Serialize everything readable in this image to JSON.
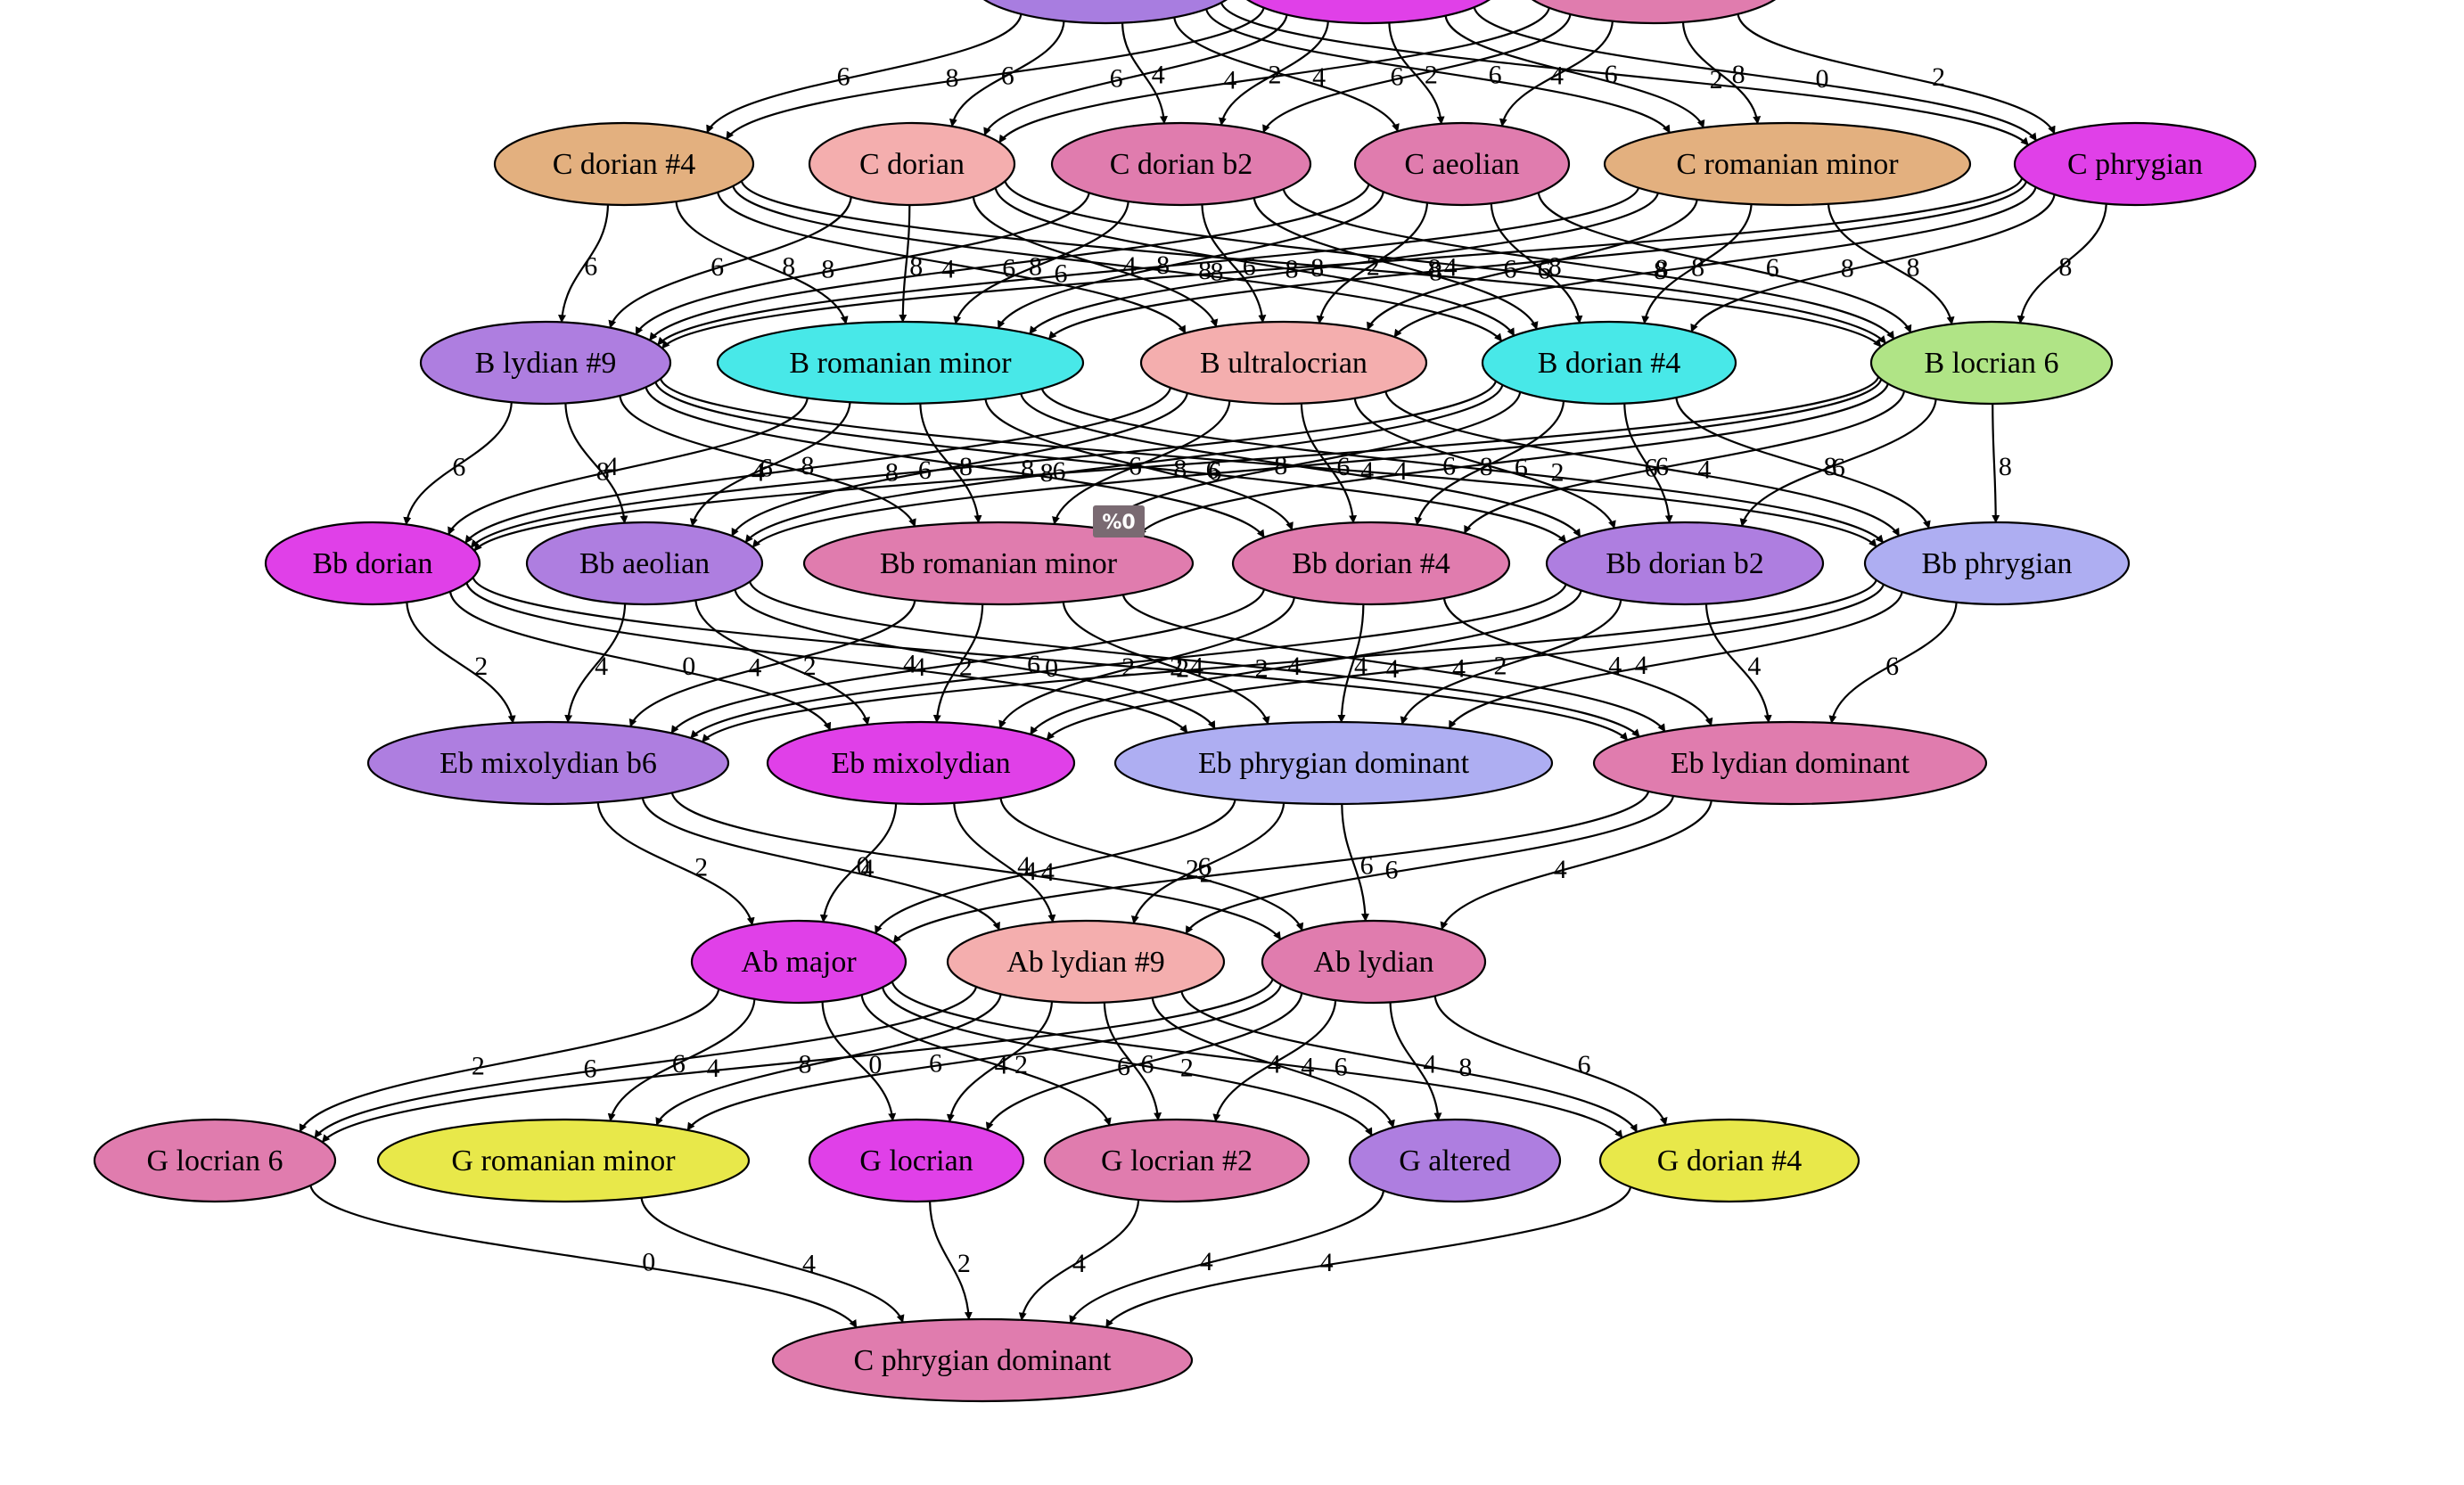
{
  "graph": {
    "nodes": [
      {
        "id": "top1",
        "label": "",
        "color": "#a87de0"
      },
      {
        "id": "top2",
        "label": "",
        "color": "#e040e8"
      },
      {
        "id": "top3",
        "label": "",
        "color": "#e07cae"
      },
      {
        "id": "c_dorian_s4",
        "label": "C dorian #4",
        "color": "#e3b07f"
      },
      {
        "id": "c_dorian",
        "label": "C dorian",
        "color": "#f4aeae"
      },
      {
        "id": "c_dorian_b2",
        "label": "C dorian b2",
        "color": "#e07cae"
      },
      {
        "id": "c_aeolian",
        "label": "C aeolian",
        "color": "#e07cae"
      },
      {
        "id": "c_romanian_minor",
        "label": "C romanian minor",
        "color": "#e3b07f"
      },
      {
        "id": "c_phrygian",
        "label": "C phrygian",
        "color": "#e040e8"
      },
      {
        "id": "b_lydian_s9",
        "label": "B lydian #9",
        "color": "#ae7ee0"
      },
      {
        "id": "b_romanian_minor",
        "label": "B romanian minor",
        "color": "#48e8e8"
      },
      {
        "id": "b_ultralocrian",
        "label": "B ultralocrian",
        "color": "#f4aeae"
      },
      {
        "id": "b_dorian_s4",
        "label": "B dorian #4",
        "color": "#48e8e8"
      },
      {
        "id": "b_locrian_6",
        "label": "B locrian 6",
        "color": "#b0e486"
      },
      {
        "id": "bb_dorian",
        "label": "Bb dorian",
        "color": "#e040e8"
      },
      {
        "id": "bb_aeolian",
        "label": "Bb aeolian",
        "color": "#ae7ee0"
      },
      {
        "id": "bb_romanian_minor",
        "label": "Bb romanian minor",
        "color": "#e07cae"
      },
      {
        "id": "bb_dorian_s4",
        "label": "Bb dorian #4",
        "color": "#e07cae"
      },
      {
        "id": "bb_dorian_b2",
        "label": "Bb dorian b2",
        "color": "#ae7ee0"
      },
      {
        "id": "bb_phrygian",
        "label": "Bb phrygian",
        "color": "#aeaef2"
      },
      {
        "id": "eb_mixolydian_b6",
        "label": "Eb mixolydian b6",
        "color": "#ae7ee0"
      },
      {
        "id": "eb_mixolydian",
        "label": "Eb mixolydian",
        "color": "#e040e8"
      },
      {
        "id": "eb_phrygian_dominant",
        "label": "Eb phrygian dominant",
        "color": "#aeaef2"
      },
      {
        "id": "eb_lydian_dominant",
        "label": "Eb lydian dominant",
        "color": "#e07cae"
      },
      {
        "id": "ab_major",
        "label": "Ab major",
        "color": "#e040e8"
      },
      {
        "id": "ab_lydian_s9",
        "label": "Ab lydian #9",
        "color": "#f4aeae"
      },
      {
        "id": "ab_lydian",
        "label": "Ab lydian",
        "color": "#e07cae"
      },
      {
        "id": "g_locrian_6",
        "label": "G locrian 6",
        "color": "#e07cae"
      },
      {
        "id": "g_romanian_minor",
        "label": "G romanian minor",
        "color": "#e8e84a"
      },
      {
        "id": "g_locrian",
        "label": "G locrian",
        "color": "#e040e8"
      },
      {
        "id": "g_locrian_s2",
        "label": "G locrian #2",
        "color": "#e07cae"
      },
      {
        "id": "g_altered",
        "label": "G altered",
        "color": "#ae7ee0"
      },
      {
        "id": "g_dorian_s4",
        "label": "G dorian #4",
        "color": "#e8e84a"
      },
      {
        "id": "c_phrygian_dominant",
        "label": "C phrygian dominant",
        "color": "#e07cae"
      }
    ],
    "edges": [
      {
        "from": "top1",
        "to": "c_dorian_s4",
        "label": "6"
      },
      {
        "from": "top1",
        "to": "c_dorian",
        "label": "6"
      },
      {
        "from": "top1",
        "to": "c_dorian_b2",
        "label": "4"
      },
      {
        "from": "top1",
        "to": "c_aeolian",
        "label": "4"
      },
      {
        "from": "top1",
        "to": "c_romanian_minor",
        "label": "6"
      },
      {
        "from": "top1",
        "to": "c_phrygian",
        "label": "2"
      },
      {
        "from": "top2",
        "to": "c_dorian_s4",
        "label": "8"
      },
      {
        "from": "top2",
        "to": "c_dorian",
        "label": "6"
      },
      {
        "from": "top2",
        "to": "c_dorian_b2",
        "label": "2"
      },
      {
        "from": "top2",
        "to": "c_aeolian",
        "label": "2"
      },
      {
        "from": "top2",
        "to": "c_romanian_minor",
        "label": "6"
      },
      {
        "from": "top2",
        "to": "c_phrygian",
        "label": "0"
      },
      {
        "from": "top3",
        "to": "c_dorian",
        "label": "4"
      },
      {
        "from": "top3",
        "to": "c_dorian_b2",
        "label": "6"
      },
      {
        "from": "top3",
        "to": "c_aeolian",
        "label": "4"
      },
      {
        "from": "top3",
        "to": "c_romanian_minor",
        "label": "8"
      },
      {
        "from": "top3",
        "to": "c_phrygian",
        "label": "2"
      },
      {
        "from": "c_dorian_s4",
        "to": "b_lydian_s9",
        "label": "6"
      },
      {
        "from": "c_dorian_s4",
        "to": "b_romanian_minor",
        "label": "8"
      },
      {
        "from": "c_dorian_s4",
        "to": "b_ultralocrian",
        "label": "6"
      },
      {
        "from": "c_dorian_s4",
        "to": "b_dorian_s4",
        "label": "8"
      },
      {
        "from": "c_dorian_s4",
        "to": "b_locrian_6",
        "label": "8"
      },
      {
        "from": "c_dorian",
        "to": "b_lydian_s9",
        "label": "6"
      },
      {
        "from": "c_dorian",
        "to": "b_romanian_minor",
        "label": "8"
      },
      {
        "from": "c_dorian",
        "to": "b_ultralocrian",
        "label": "4"
      },
      {
        "from": "c_dorian",
        "to": "b_dorian_s4",
        "label": "8"
      },
      {
        "from": "c_dorian",
        "to": "b_locrian_6",
        "label": "6"
      },
      {
        "from": "c_dorian_b2",
        "to": "b_lydian_s9",
        "label": "8"
      },
      {
        "from": "c_dorian_b2",
        "to": "b_romanian_minor",
        "label": "8"
      },
      {
        "from": "c_dorian_b2",
        "to": "b_ultralocrian",
        "label": "6"
      },
      {
        "from": "c_dorian_b2",
        "to": "b_dorian_s4",
        "label": "8"
      },
      {
        "from": "c_dorian_b2",
        "to": "b_locrian_6",
        "label": "8"
      },
      {
        "from": "c_aeolian",
        "to": "b_lydian_s9",
        "label": "4"
      },
      {
        "from": "c_aeolian",
        "to": "b_romanian_minor",
        "label": "8"
      },
      {
        "from": "c_aeolian",
        "to": "b_ultralocrian",
        "label": "2"
      },
      {
        "from": "c_aeolian",
        "to": "b_dorian_s4",
        "label": "8"
      },
      {
        "from": "c_aeolian",
        "to": "b_locrian_6",
        "label": "6"
      },
      {
        "from": "c_romanian_minor",
        "to": "b_lydian_s9",
        "label": "6"
      },
      {
        "from": "c_romanian_minor",
        "to": "b_romanian_minor",
        "label": "8"
      },
      {
        "from": "c_romanian_minor",
        "to": "b_ultralocrian",
        "label": "6"
      },
      {
        "from": "c_romanian_minor",
        "to": "b_dorian_s4",
        "label": "8"
      },
      {
        "from": "c_romanian_minor",
        "to": "b_locrian_6",
        "label": "8"
      },
      {
        "from": "c_phrygian",
        "to": "b_lydian_s9",
        "label": "8"
      },
      {
        "from": "c_phrygian",
        "to": "b_romanian_minor",
        "label": "4"
      },
      {
        "from": "c_phrygian",
        "to": "b_ultralocrian",
        "label": "8"
      },
      {
        "from": "c_phrygian",
        "to": "b_dorian_s4",
        "label": "8"
      },
      {
        "from": "c_phrygian",
        "to": "b_locrian_6",
        "label": "8"
      },
      {
        "from": "b_lydian_s9",
        "to": "bb_dorian",
        "label": "6"
      },
      {
        "from": "b_lydian_s9",
        "to": "bb_aeolian",
        "label": "4"
      },
      {
        "from": "b_lydian_s9",
        "to": "bb_romanian_minor",
        "label": "8"
      },
      {
        "from": "b_lydian_s9",
        "to": "bb_dorian_s4",
        "label": "8"
      },
      {
        "from": "b_lydian_s9",
        "to": "bb_dorian_b2",
        "label": "6"
      },
      {
        "from": "b_lydian_s9",
        "to": "bb_phrygian",
        "label": "4"
      },
      {
        "from": "b_romanian_minor",
        "to": "bb_dorian",
        "label": "8"
      },
      {
        "from": "b_romanian_minor",
        "to": "bb_aeolian",
        "label": "6"
      },
      {
        "from": "b_romanian_minor",
        "to": "bb_romanian_minor",
        "label": "8"
      },
      {
        "from": "b_romanian_minor",
        "to": "bb_dorian_s4",
        "label": "8"
      },
      {
        "from": "b_romanian_minor",
        "to": "bb_dorian_b2",
        "label": "4"
      },
      {
        "from": "b_romanian_minor",
        "to": "bb_phrygian",
        "label": "2"
      },
      {
        "from": "b_ultralocrian",
        "to": "bb_dorian",
        "label": "4"
      },
      {
        "from": "b_ultralocrian",
        "to": "bb_aeolian",
        "label": "6"
      },
      {
        "from": "b_ultralocrian",
        "to": "bb_romanian_minor",
        "label": "6"
      },
      {
        "from": "b_ultralocrian",
        "to": "bb_dorian_s4",
        "label": "6"
      },
      {
        "from": "b_ultralocrian",
        "to": "bb_dorian_b2",
        "label": "6"
      },
      {
        "from": "b_ultralocrian",
        "to": "bb_phrygian",
        "label": "4"
      },
      {
        "from": "b_dorian_s4",
        "to": "bb_dorian",
        "label": "8"
      },
      {
        "from": "b_dorian_s4",
        "to": "bb_aeolian",
        "label": "6"
      },
      {
        "from": "b_dorian_s4",
        "to": "bb_romanian_minor",
        "label": "8"
      },
      {
        "from": "b_dorian_s4",
        "to": "bb_dorian_s4",
        "label": "8"
      },
      {
        "from": "b_dorian_s4",
        "to": "bb_dorian_b2",
        "label": "6"
      },
      {
        "from": "b_dorian_s4",
        "to": "bb_phrygian",
        "label": "6"
      },
      {
        "from": "b_locrian_6",
        "to": "bb_dorian",
        "label": "8"
      },
      {
        "from": "b_locrian_6",
        "to": "bb_aeolian",
        "label": "6"
      },
      {
        "from": "b_locrian_6",
        "to": "bb_romanian_minor",
        "label": "6"
      },
      {
        "from": "b_locrian_6",
        "to": "bb_dorian_s4",
        "label": "6"
      },
      {
        "from": "b_locrian_6",
        "to": "bb_dorian_b2",
        "label": "8"
      },
      {
        "from": "b_locrian_6",
        "to": "bb_phrygian",
        "label": "8"
      },
      {
        "from": "bb_dorian",
        "to": "eb_mixolydian_b6",
        "label": "2"
      },
      {
        "from": "bb_dorian",
        "to": "eb_mixolydian",
        "label": "0"
      },
      {
        "from": "bb_dorian",
        "to": "eb_phrygian_dominant",
        "label": "4"
      },
      {
        "from": "bb_dorian",
        "to": "eb_lydian_dominant",
        "label": "2"
      },
      {
        "from": "bb_aeolian",
        "to": "eb_mixolydian_b6",
        "label": "4"
      },
      {
        "from": "bb_aeolian",
        "to": "eb_mixolydian",
        "label": "2"
      },
      {
        "from": "bb_aeolian",
        "to": "eb_phrygian_dominant",
        "label": "6"
      },
      {
        "from": "bb_aeolian",
        "to": "eb_lydian_dominant",
        "label": "4"
      },
      {
        "from": "bb_romanian_minor",
        "to": "eb_mixolydian_b6",
        "label": "4"
      },
      {
        "from": "bb_romanian_minor",
        "to": "eb_mixolydian",
        "label": "2"
      },
      {
        "from": "bb_romanian_minor",
        "to": "eb_phrygian_dominant",
        "label": "4"
      },
      {
        "from": "bb_romanian_minor",
        "to": "eb_lydian_dominant",
        "label": "4"
      },
      {
        "from": "bb_dorian_s4",
        "to": "eb_mixolydian_b6",
        "label": "4"
      },
      {
        "from": "bb_dorian_s4",
        "to": "eb_mixolydian",
        "label": "2"
      },
      {
        "from": "bb_dorian_s4",
        "to": "eb_phrygian_dominant",
        "label": "4"
      },
      {
        "from": "bb_dorian_s4",
        "to": "eb_lydian_dominant",
        "label": "4"
      },
      {
        "from": "bb_dorian_b2",
        "to": "eb_mixolydian_b6",
        "label": "0"
      },
      {
        "from": "bb_dorian_b2",
        "to": "eb_mixolydian",
        "label": "2"
      },
      {
        "from": "bb_dorian_b2",
        "to": "eb_phrygian_dominant",
        "label": "2"
      },
      {
        "from": "bb_dorian_b2",
        "to": "eb_lydian_dominant",
        "label": "4"
      },
      {
        "from": "bb_phrygian",
        "to": "eb_mixolydian_b6",
        "label": "2"
      },
      {
        "from": "bb_phrygian",
        "to": "eb_mixolydian",
        "label": "4"
      },
      {
        "from": "bb_phrygian",
        "to": "eb_phrygian_dominant",
        "label": "4"
      },
      {
        "from": "bb_phrygian",
        "to": "eb_lydian_dominant",
        "label": "6"
      },
      {
        "from": "eb_mixolydian_b6",
        "to": "ab_major",
        "label": "2"
      },
      {
        "from": "eb_mixolydian_b6",
        "to": "ab_lydian_s9",
        "label": "4"
      },
      {
        "from": "eb_mixolydian_b6",
        "to": "ab_lydian",
        "label": "4"
      },
      {
        "from": "eb_mixolydian",
        "to": "ab_major",
        "label": "0"
      },
      {
        "from": "eb_mixolydian",
        "to": "ab_lydian_s9",
        "label": "4"
      },
      {
        "from": "eb_mixolydian",
        "to": "ab_lydian",
        "label": "2"
      },
      {
        "from": "eb_phrygian_dominant",
        "to": "ab_major",
        "label": "4"
      },
      {
        "from": "eb_phrygian_dominant",
        "to": "ab_lydian_s9",
        "label": "6"
      },
      {
        "from": "eb_phrygian_dominant",
        "to": "ab_lydian",
        "label": "6"
      },
      {
        "from": "eb_lydian_dominant",
        "to": "ab_major",
        "label": "2"
      },
      {
        "from": "eb_lydian_dominant",
        "to": "ab_lydian_s9",
        "label": "6"
      },
      {
        "from": "eb_lydian_dominant",
        "to": "ab_lydian",
        "label": "4"
      },
      {
        "from": "ab_major",
        "to": "g_locrian_6",
        "label": "2"
      },
      {
        "from": "ab_major",
        "to": "g_romanian_minor",
        "label": "6"
      },
      {
        "from": "ab_major",
        "to": "g_locrian",
        "label": "0"
      },
      {
        "from": "ab_major",
        "to": "g_locrian_s2",
        "label": "2"
      },
      {
        "from": "ab_major",
        "to": "g_altered",
        "label": "2"
      },
      {
        "from": "ab_major",
        "to": "g_dorian_s4",
        "label": "6"
      },
      {
        "from": "ab_lydian_s9",
        "to": "g_locrian_6",
        "label": "6"
      },
      {
        "from": "ab_lydian_s9",
        "to": "g_romanian_minor",
        "label": "8"
      },
      {
        "from": "ab_lydian_s9",
        "to": "g_locrian",
        "label": "4"
      },
      {
        "from": "ab_lydian_s9",
        "to": "g_locrian_s2",
        "label": "6"
      },
      {
        "from": "ab_lydian_s9",
        "to": "g_altered",
        "label": "4"
      },
      {
        "from": "ab_lydian_s9",
        "to": "g_dorian_s4",
        "label": "8"
      },
      {
        "from": "ab_lydian",
        "to": "g_locrian_6",
        "label": "4"
      },
      {
        "from": "ab_lydian",
        "to": "g_romanian_minor",
        "label": "6"
      },
      {
        "from": "ab_lydian",
        "to": "g_locrian",
        "label": "6"
      },
      {
        "from": "ab_lydian",
        "to": "g_locrian_s2",
        "label": "4"
      },
      {
        "from": "ab_lydian",
        "to": "g_altered",
        "label": "4"
      },
      {
        "from": "ab_lydian",
        "to": "g_dorian_s4",
        "label": "6"
      },
      {
        "from": "g_locrian_6",
        "to": "c_phrygian_dominant",
        "label": "0"
      },
      {
        "from": "g_romanian_minor",
        "to": "c_phrygian_dominant",
        "label": "4"
      },
      {
        "from": "g_locrian",
        "to": "c_phrygian_dominant",
        "label": "2"
      },
      {
        "from": "g_locrian_s2",
        "to": "c_phrygian_dominant",
        "label": "4"
      },
      {
        "from": "g_altered",
        "to": "c_phrygian_dominant",
        "label": "4"
      },
      {
        "from": "g_dorian_s4",
        "to": "c_phrygian_dominant",
        "label": "4"
      }
    ],
    "badge": {
      "text": "%0",
      "color": "#7a6a72"
    }
  }
}
